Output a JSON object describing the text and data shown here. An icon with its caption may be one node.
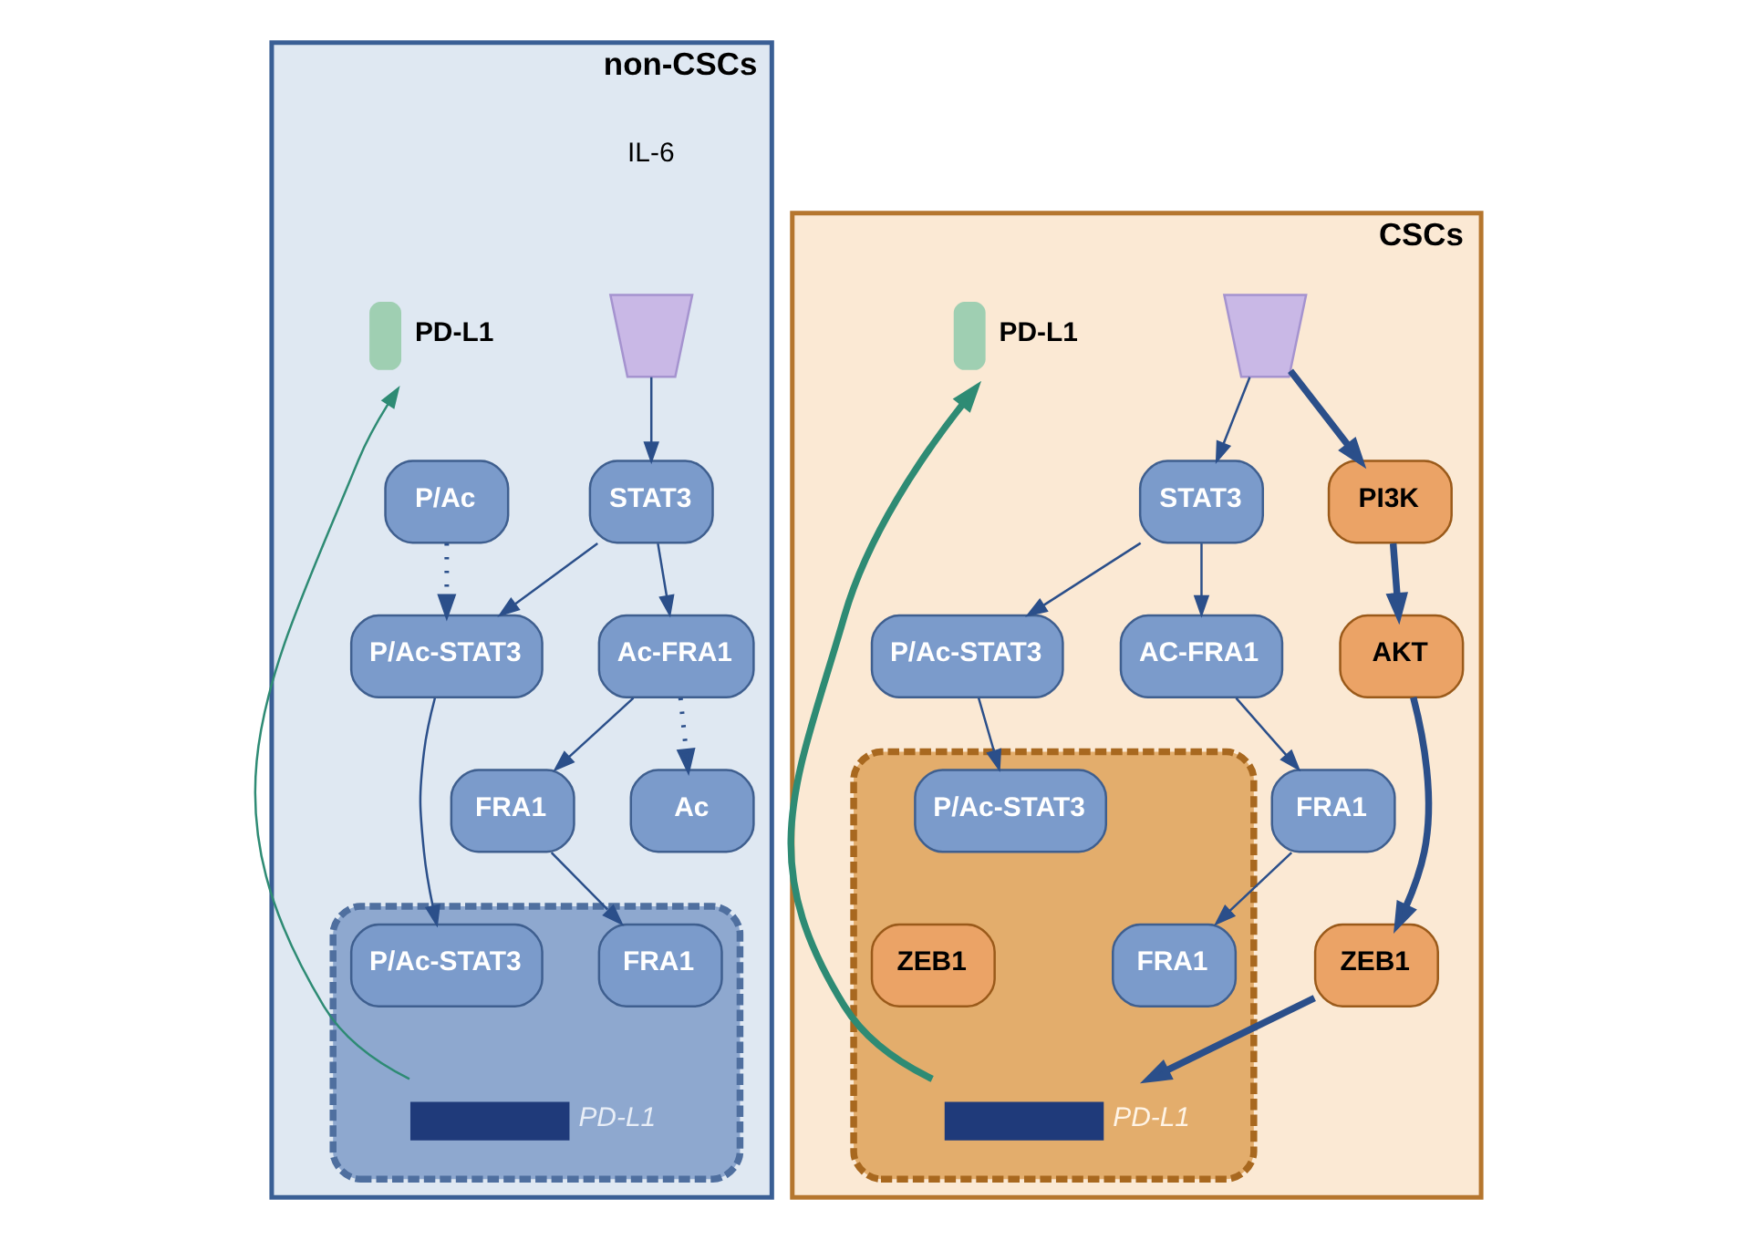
{
  "diagram": {
    "nodes": [
      {
        "text": [
          "non-CSCs"
        ]
      },
      {
        "text": [],
        "shape": "picture",
        "in": 0
      },
      {
        "text": [
          "P/Ac"
        ],
        "in": 0
      },
      {
        "text": [
          "STAT3"
        ],
        "in": 0
      },
      {
        "text": [
          "P/Ac-STAT3"
        ],
        "in": 0
      },
      {
        "text": [
          "Ac-FRA1"
        ],
        "in": 0
      },
      {
        "text": [
          "FRA1"
        ],
        "in": 0
      },
      {
        "text": [
          "Ac"
        ],
        "in": 0
      },
      {
        "text": [],
        "shape": "box",
        "in": 0
      },
      {
        "text": [
          "P/Ac-STAT3"
        ],
        "in": 8
      },
      {
        "text": [
          "FRA1"
        ],
        "in": 8
      },
      {
        "text": [
          "PD-L1"
        ],
        "in": 8
      },
      {
        "text": [
          "PD-L1"
        ],
        "in": 0
      },
      {
        "text": [
          "CSCs"
        ]
      },
      {
        "text": [],
        "shape": "picture",
        "in": 13
      },
      {
        "text": [
          "STAT3"
        ],
        "in": 13
      },
      {
        "text": [
          "PI3K"
        ],
        "in": 13
      },
      {
        "text": [
          "P/Ac-STAT3"
        ],
        "in": 13
      },
      {
        "text": [
          "AC-FRA1"
        ],
        "in": 13
      },
      {
        "text": [
          "AKT"
        ],
        "in": 13
      },
      {
        "text": [
          "ZEB1"
        ],
        "in": 13
      },
      {
        "text": [
          "FRA1"
        ],
        "in": 13
      },
      {
        "text": [],
        "shape": "box",
        "in": 13
      },
      {
        "text": [
          "FRA1"
        ],
        "in": 22
      },
      {
        "text": [
          "P/Ac-STAT3"
        ],
        "in": 22
      },
      {
        "text": [
          "ZEB1"
        ],
        "in": 22
      },
      {
        "text": [
          "PD-L1"
        ],
        "in": 22
      },
      {
        "text": [
          "PD-L1"
        ],
        "in": 13
      }
    ],
    "edges": [
      {
        "from": 1,
        "to": 3,
        "arrow": "to"
      },
      {
        "from": 2,
        "to": 4,
        "arrow": "to",
        "style": "dashed"
      },
      {
        "from": 3,
        "to": 4,
        "arrow": "to"
      },
      {
        "from": 3,
        "to": 5,
        "arrow": "to"
      },
      {
        "from": 5,
        "to": 6,
        "arrow": "to"
      },
      {
        "from": 5,
        "to": 7,
        "arrow": "to",
        "style": "dashed"
      },
      {
        "from": 4,
        "to": 9,
        "arrow": "to"
      },
      {
        "from": 6,
        "to": 10,
        "arrow": "to"
      },
      {
        "from": 11,
        "to": 12,
        "arrow": "to",
        "color": "#2e8b74"
      },
      {
        "from": 14,
        "to": 15,
        "arrow": "to"
      },
      {
        "from": 14,
        "to": 16,
        "arrow": "to",
        "style": "thick"
      },
      {
        "from": 15,
        "to": 17,
        "arrow": "to"
      },
      {
        "from": 15,
        "to": 18,
        "arrow": "to"
      },
      {
        "from": 16,
        "to": 19,
        "arrow": "to",
        "style": "thick"
      },
      {
        "from": 19,
        "to": 20,
        "arrow": "to",
        "style": "thick"
      },
      {
        "from": 18,
        "to": 21,
        "arrow": "to"
      },
      {
        "from": 21,
        "to": 23,
        "arrow": "to"
      },
      {
        "from": 17,
        "to": 24,
        "arrow": "to"
      },
      {
        "from": 20,
        "to": 26,
        "arrow": "to",
        "style": "thick"
      },
      {
        "from": 26,
        "to": 27,
        "arrow": "to",
        "style": "thick",
        "color": "#2e8b74"
      }
    ],
    "labels": [
      "IL-6"
    ]
  }
}
